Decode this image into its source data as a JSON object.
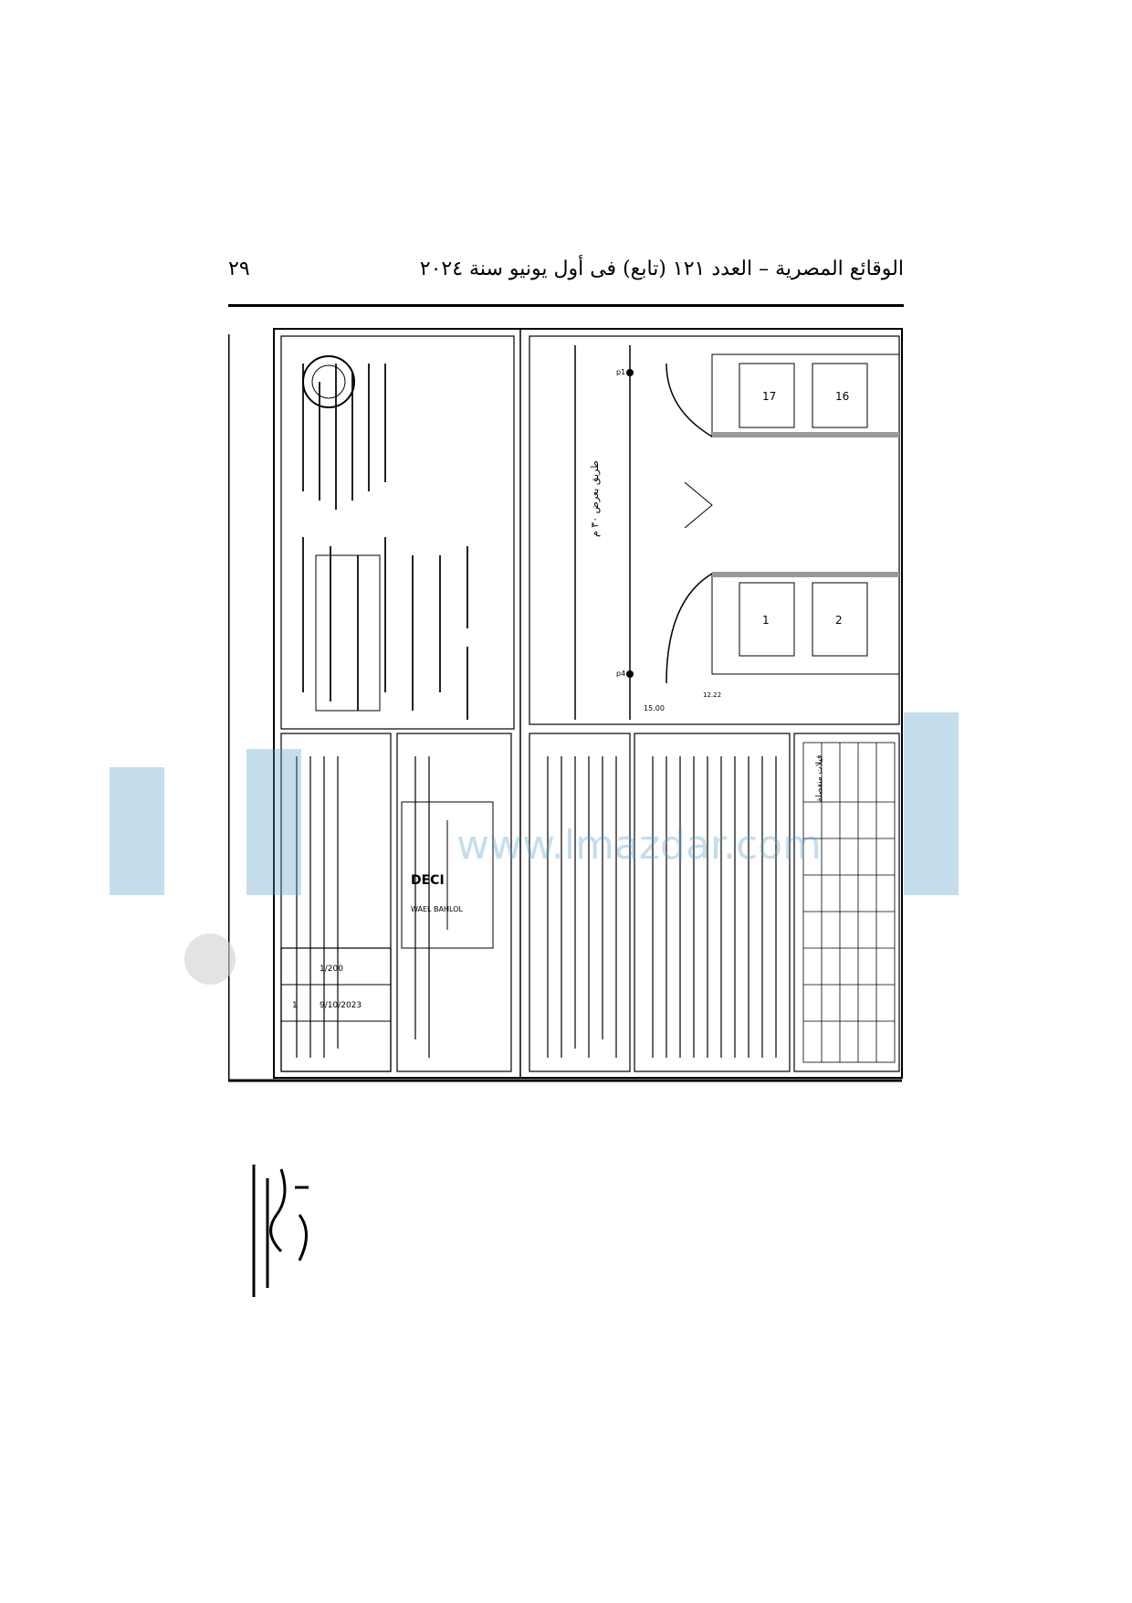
{
  "header": {
    "title": "الوقائع المصرية – العدد ١٢١ (تابع) فى أول يونيو سنة ٢٠٢٤",
    "page_number": "٢٩"
  },
  "plan": {
    "road_label": "طريق بعرض ٣٠ م",
    "dim_15": "15.00",
    "dim_1222": "12.22",
    "plots": [
      "17",
      "16",
      "1",
      "2"
    ],
    "point_p1": "p1",
    "point_p4": "p4",
    "land_use_table_title": "فيلات منفصلة",
    "scale": "1/200",
    "sheet_number": "1",
    "date": "9/10/2023",
    "office_name": "WAEL BAHLOL",
    "office_logo": "DECI"
  },
  "watermark": {
    "text": "www.lmazdar.com"
  },
  "colors": {
    "paper": "#ffffff",
    "ink": "#000000",
    "watermark": "#5aa0cc"
  }
}
